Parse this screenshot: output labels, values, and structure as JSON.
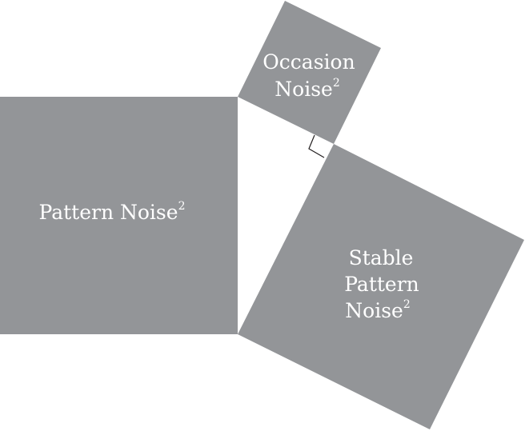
{
  "figure": {
    "squares": [
      {
        "id": "pattern-noise",
        "label_lines": [
          "Pattern Noise"
        ],
        "superscript": "2",
        "fill": "#939598"
      },
      {
        "id": "occasion-noise",
        "label_lines": [
          "Occasion",
          "Noise"
        ],
        "superscript": "2",
        "fill": "#939598"
      },
      {
        "id": "stable-pattern-noise",
        "label_lines": [
          "Stable",
          "Pattern",
          "Noise"
        ],
        "superscript": "2",
        "fill": "#939598"
      }
    ],
    "right_angle_marker": true,
    "text_color": "#ffffff",
    "background": "#ffffff"
  }
}
